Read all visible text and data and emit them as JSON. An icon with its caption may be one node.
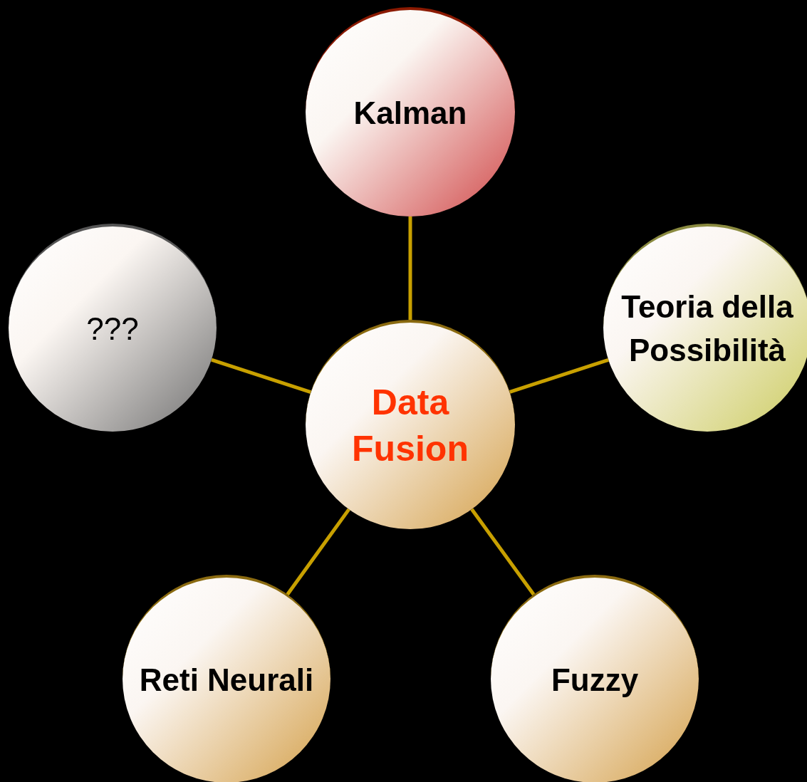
{
  "diagram": {
    "nodes": [
      {
        "text": [
          "Data Fusion"
        ]
      },
      {
        "text": [
          "Kalman"
        ]
      },
      {
        "text": [
          "Teoria della Possibilità"
        ]
      },
      {
        "text": [
          "Fuzzy"
        ]
      },
      {
        "text": [
          "Reti Neurali"
        ]
      },
      {
        "text": [
          "???"
        ]
      }
    ],
    "edges": [
      {
        "from": 0,
        "to": 1,
        "arrow": "none"
      },
      {
        "from": 0,
        "to": 2,
        "arrow": "none"
      },
      {
        "from": 0,
        "to": 3,
        "arrow": "none"
      },
      {
        "from": 0,
        "to": 4,
        "arrow": "none"
      },
      {
        "from": 0,
        "to": 5,
        "arrow": "none"
      }
    ]
  }
}
